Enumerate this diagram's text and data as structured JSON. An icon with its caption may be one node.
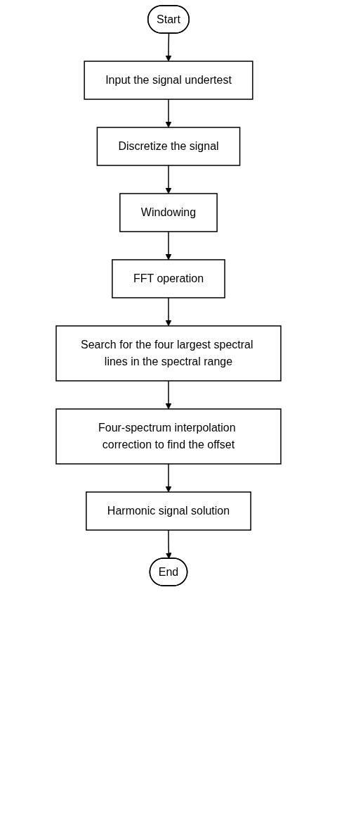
{
  "diagram": {
    "nodes": [
      {
        "text": [
          "Start"
        ]
      },
      {
        "text": [
          "Input the signal undertest"
        ]
      },
      {
        "text": [
          "Discretize the signal"
        ]
      },
      {
        "text": [
          "Windowing"
        ]
      },
      {
        "text": [
          "FFT operation"
        ]
      },
      {
        "text": [
          "Search for the four largest spectral lines in the spectral range"
        ]
      },
      {
        "text": [
          "Four-spectrum interpolation correction to find the offset"
        ]
      },
      {
        "text": [
          "Harmonic signal solution"
        ]
      },
      {
        "text": [
          "End"
        ]
      }
    ],
    "edges": [
      {
        "from": 0,
        "to": 1,
        "arrow": "to"
      },
      {
        "from": 1,
        "to": 2,
        "arrow": "to"
      },
      {
        "from": 2,
        "to": 3,
        "arrow": "to"
      },
      {
        "from": 3,
        "to": 4,
        "arrow": "to"
      },
      {
        "from": 4,
        "to": 5,
        "arrow": "to"
      },
      {
        "from": 5,
        "to": 6,
        "arrow": "to"
      },
      {
        "from": 6,
        "to": 7,
        "arrow": "to"
      },
      {
        "from": 7,
        "to": 8,
        "arrow": "to"
      }
    ]
  }
}
